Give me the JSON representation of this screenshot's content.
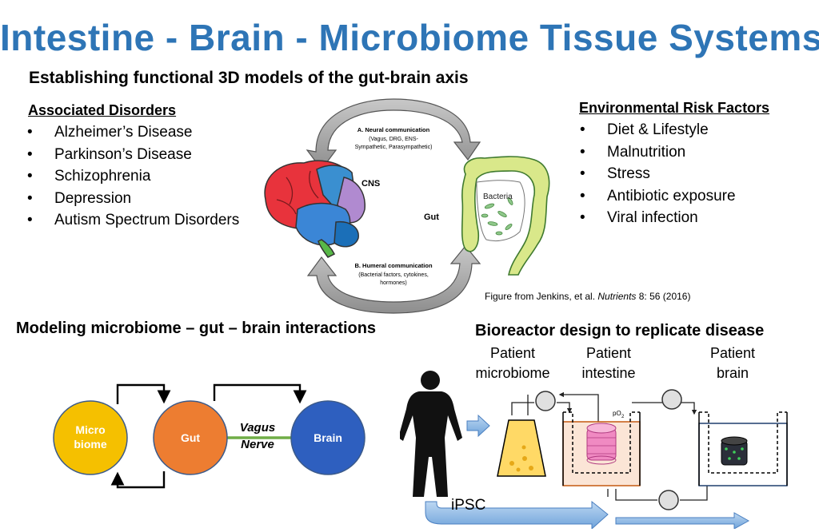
{
  "title": "Intestine - Brain - Microbiome Tissue Systems",
  "subtitle": "Establishing functional 3D models of the gut-brain axis",
  "disorders": {
    "heading": "Associated Disorders",
    "items": [
      "Alzheimer’s Disease",
      "Parkinson’s Disease",
      "Schizophrenia",
      "Depression",
      "Autism Spectrum Disorders"
    ]
  },
  "risk_factors": {
    "heading": "Environmental Risk Factors",
    "items": [
      "Diet & Lifestyle",
      "Malnutrition",
      "Stress",
      "Antibiotic exposure",
      "Viral infection"
    ]
  },
  "figure": {
    "neural_title": "A. Neural communication",
    "neural_detail_1": "(Vagus, DRG, ENS-",
    "neural_detail_2": "Sympathetic, Parasympathetic)",
    "humeral_title": "B. Humeral communication",
    "humeral_detail_1": "(Bacterial factors, cytokines,",
    "humeral_detail_2": "hormones)",
    "cns_label": "CNS",
    "gut_label": "Gut",
    "bacteria_label": "Bacteria",
    "citation_prefix": "Figure from Jenkins, et al. ",
    "citation_journal": "Nutrients",
    "citation_suffix": " 8: 56 (2016)"
  },
  "modeling": {
    "heading": "Modeling microbiome – gut – brain interactions",
    "node_microbiome_1": "Micro",
    "node_microbiome_2": "biome",
    "node_gut": "Gut",
    "node_brain": "Brain",
    "link_1": "Vagus",
    "link_2": "Nerve",
    "colors": {
      "microbiome": "#f5c000",
      "gut": "#ed7d31",
      "brain": "#2e5fbf",
      "nerve": "#70ad47"
    }
  },
  "bioreactor": {
    "heading": "Bioreactor design to replicate disease",
    "col_microbiome": [
      "Patient",
      "microbiome"
    ],
    "col_intestine": [
      "Patient",
      "intestine"
    ],
    "col_brain": [
      "Patient",
      "brain"
    ],
    "po2_label": "pO",
    "po2_sub": "2",
    "ipsc_label": "iPSC"
  }
}
